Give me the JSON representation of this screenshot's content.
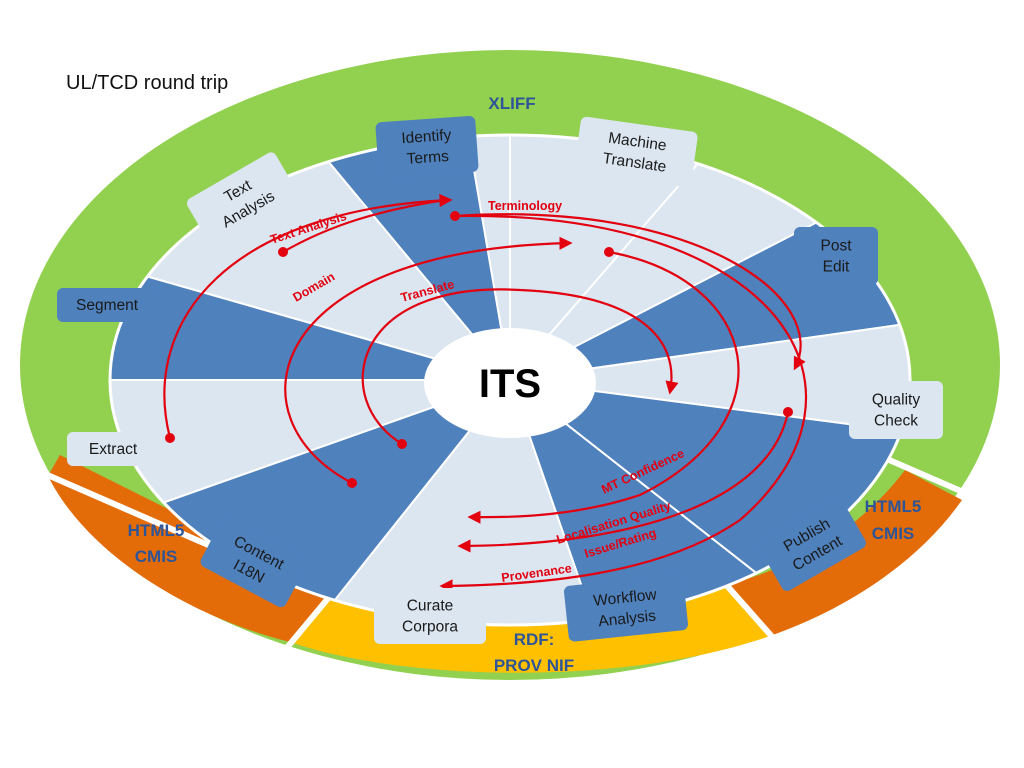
{
  "title": "UL/TCD round trip",
  "center": "ITS",
  "colors": {
    "green": "#92d050",
    "orange": "#e36c09",
    "yellow": "#ffc000",
    "blue": "#4f81bd",
    "light": "#dce6f1",
    "red": "#e3000f",
    "labelBlue": "#2e5597"
  },
  "outer_labels": {
    "xliff": "XLIFF",
    "html_left_1": "HTML5",
    "html_left_2": "CMIS",
    "html_right_1": "HTML5",
    "html_right_2": "CMIS",
    "rdf_1": "RDF:",
    "rdf_2": "PROV NIF"
  },
  "steps": [
    {
      "id": "identify-terms",
      "lines": [
        "Identify",
        "Terms"
      ],
      "fill": "blue"
    },
    {
      "id": "machine-translate",
      "lines": [
        "Machine",
        "Translate"
      ],
      "fill": "light"
    },
    {
      "id": "post-edit",
      "lines": [
        "Post",
        "Edit"
      ],
      "fill": "blue"
    },
    {
      "id": "quality-check",
      "lines": [
        "Quality",
        "Check"
      ],
      "fill": "light"
    },
    {
      "id": "publish-content",
      "lines": [
        "Publish",
        "Content"
      ],
      "fill": "blue"
    },
    {
      "id": "workflow-analysis",
      "lines": [
        "Workflow",
        "Analysis"
      ],
      "fill": "blue"
    },
    {
      "id": "curate-corpora",
      "lines": [
        "Curate",
        "Corpora"
      ],
      "fill": "light"
    },
    {
      "id": "content-i18n",
      "lines": [
        "Content",
        "I18N"
      ],
      "fill": "blue"
    },
    {
      "id": "extract",
      "lines": [
        "Extract"
      ],
      "fill": "light"
    },
    {
      "id": "segment",
      "lines": [
        "Segment"
      ],
      "fill": "blue"
    },
    {
      "id": "text-analysis",
      "lines": [
        "Text",
        "Analysis"
      ],
      "fill": "light"
    }
  ],
  "flows": [
    {
      "id": "text-analysis",
      "label": "Text Analysis"
    },
    {
      "id": "terminology",
      "label": "Terminology"
    },
    {
      "id": "domain",
      "label": "Domain"
    },
    {
      "id": "translate",
      "label": "Translate"
    },
    {
      "id": "mt-confidence",
      "label": "MT Confidence"
    },
    {
      "id": "loc-quality",
      "lines": [
        "Localisation Quality",
        "Issue/Rating"
      ]
    },
    {
      "id": "provenance",
      "label": "Provenance"
    }
  ]
}
